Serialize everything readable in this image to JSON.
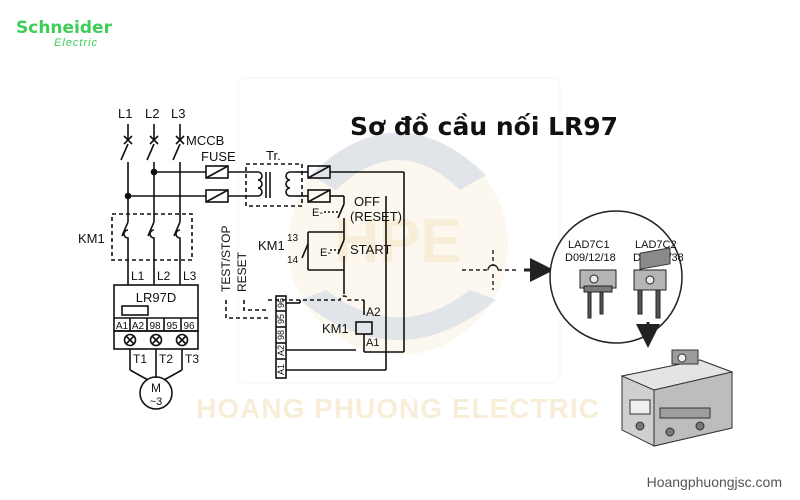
{
  "brand": {
    "name": "Schneider",
    "sub": "Electric",
    "color": "#3dcd58"
  },
  "title": "Sơ đồ cầu nối LR97",
  "watermark": {
    "center": "HPE",
    "text": "HOANG PHUONG ELECTRIC",
    "color": "#d9a43a"
  },
  "website": "Hoangphuongjsc.com",
  "labels": {
    "l1": "L1",
    "l2": "L2",
    "l3": "L3",
    "mccb": "MCCB",
    "fuse": "FUSE",
    "tr": "Tr.",
    "km1_left": "KM1",
    "t_l1": "L1",
    "t_l2": "L2",
    "t_l3": "L3",
    "relay": "LR97D",
    "a1": "A1",
    "a2": "A2",
    "t98": "98",
    "t95": "95",
    "t96": "96",
    "t1": "T1",
    "t2": "T2",
    "t3": "T3",
    "motor_m": "M",
    "motor_phase": "~3",
    "test_stop": "TEST/STOP",
    "reset_label": "RESET",
    "off": "OFF",
    "reset_paren": "(RESET)",
    "e1": "E-",
    "km1_ctrl": "KM1",
    "n13": "13",
    "n14": "14",
    "e2": "E-",
    "start": "START",
    "coil_a2": "A2",
    "coil_km1": "KM1",
    "coil_a1": "A1",
    "v_a1": "A1",
    "v_a2": "A2",
    "v_98": "98",
    "v_95": "95",
    "v_96": "96",
    "lad1": "LAD7C1",
    "lad1_sizes": "D09/12/18",
    "lad2": "LAD7C2",
    "lad2_sizes": "D25/35/38"
  }
}
